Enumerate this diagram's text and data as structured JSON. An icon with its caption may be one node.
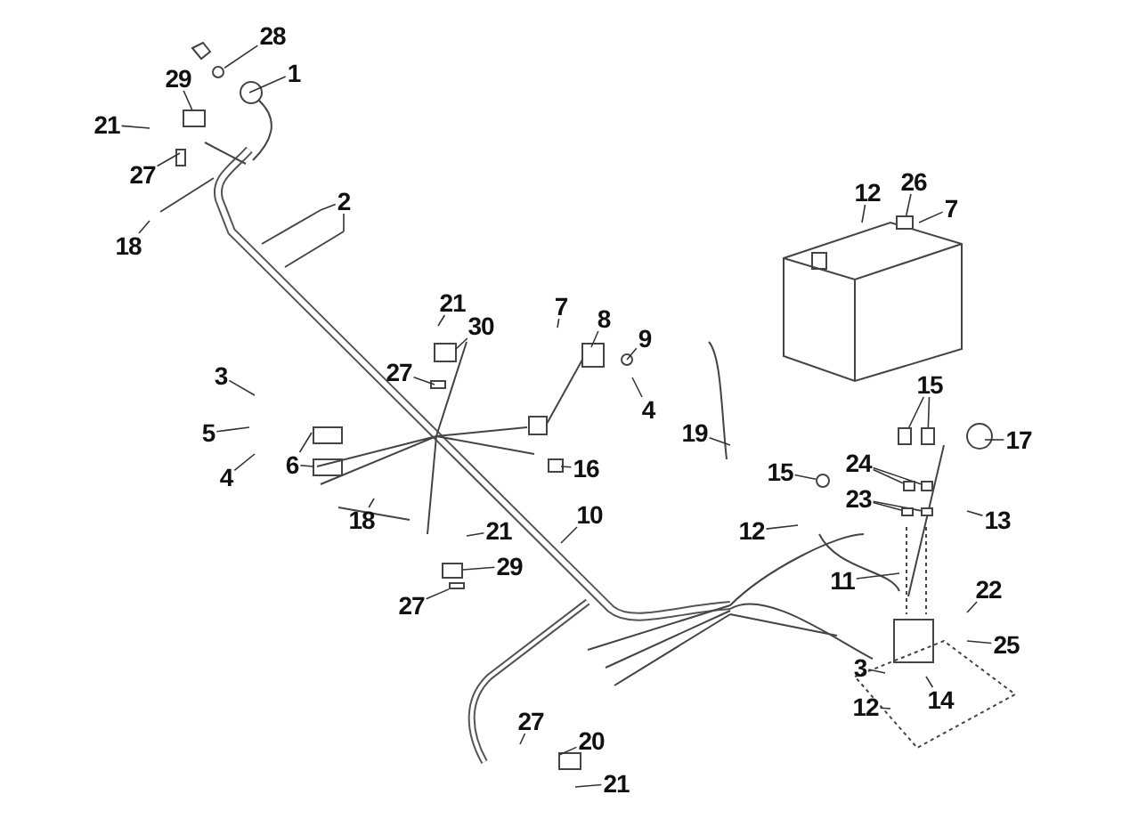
{
  "diagram": {
    "nodes": [
      {
        "text": [
          "28"
        ]
      },
      {
        "text": [
          "1"
        ]
      },
      {
        "text": [
          "29"
        ]
      },
      {
        "text": [
          "21"
        ]
      },
      {
        "text": [
          "27"
        ]
      },
      {
        "text": [
          "12"
        ]
      },
      {
        "text": [
          "26"
        ]
      },
      {
        "text": [
          "7"
        ]
      },
      {
        "text": [
          "2"
        ]
      },
      {
        "text": [
          "18"
        ]
      },
      {
        "text": [
          "21"
        ]
      },
      {
        "text": [
          "7"
        ]
      },
      {
        "text": [
          "8"
        ]
      },
      {
        "text": [
          "30"
        ]
      },
      {
        "text": [
          "9"
        ]
      },
      {
        "text": [
          "27"
        ]
      },
      {
        "text": [
          "3"
        ]
      },
      {
        "text": [
          "15"
        ]
      },
      {
        "text": [
          "4"
        ]
      },
      {
        "text": [
          "5"
        ]
      },
      {
        "text": [
          "19"
        ]
      },
      {
        "text": [
          "17"
        ]
      },
      {
        "text": [
          "24"
        ]
      },
      {
        "text": [
          "6"
        ]
      },
      {
        "text": [
          "16"
        ]
      },
      {
        "text": [
          "15"
        ]
      },
      {
        "text": [
          "4"
        ]
      },
      {
        "text": [
          "23"
        ]
      },
      {
        "text": [
          "10"
        ]
      },
      {
        "text": [
          "13"
        ]
      },
      {
        "text": [
          "18"
        ]
      },
      {
        "text": [
          "21"
        ]
      },
      {
        "text": [
          "12"
        ]
      },
      {
        "text": [
          "29"
        ]
      },
      {
        "text": [
          "11"
        ]
      },
      {
        "text": [
          "22"
        ]
      },
      {
        "text": [
          "27"
        ]
      },
      {
        "text": [
          "25"
        ]
      },
      {
        "text": [
          "3"
        ]
      },
      {
        "text": [
          "14"
        ]
      },
      {
        "text": [
          "12"
        ]
      },
      {
        "text": [
          "27"
        ]
      },
      {
        "text": [
          "20"
        ]
      },
      {
        "text": [
          "21"
        ]
      },
      {
        "text": [],
        "shape": "circle"
      },
      {
        "text": [],
        "shape": "box"
      },
      {
        "text": [],
        "shape": "box"
      },
      {
        "text": [],
        "shape": "box"
      },
      {
        "text": [],
        "shape": "circle"
      },
      {
        "text": [],
        "shape": "box"
      },
      {
        "text": [],
        "shape": "box"
      },
      {
        "text": [],
        "shape": "box"
      },
      {
        "text": [],
        "shape": "box"
      },
      {
        "text": [],
        "shape": "box"
      },
      {
        "text": [],
        "shape": "box"
      }
    ],
    "edges": [
      {
        "from": 0,
        "to": 44,
        "arrow": "none"
      },
      {
        "from": 1,
        "to": null,
        "arrow": "none"
      },
      {
        "from": 2,
        "to": null,
        "arrow": "none"
      },
      {
        "from": 3,
        "to": null,
        "arrow": "none"
      },
      {
        "from": 4,
        "to": null,
        "arrow": "none"
      },
      {
        "from": 5,
        "to": null,
        "arrow": "none"
      },
      {
        "from": 6,
        "to": 45,
        "arrow": "none"
      },
      {
        "from": 7,
        "to": null,
        "arrow": "none"
      },
      {
        "from": 8,
        "to": null,
        "arrow": "none"
      },
      {
        "from": 8,
        "to": null,
        "arrow": "none"
      },
      {
        "from": 9,
        "to": null,
        "arrow": "none"
      },
      {
        "from": 10,
        "to": null,
        "arrow": "none"
      },
      {
        "from": 11,
        "to": null,
        "arrow": "none"
      },
      {
        "from": 12,
        "to": null,
        "arrow": "none"
      },
      {
        "from": 13,
        "to": null,
        "arrow": "none"
      },
      {
        "from": 14,
        "to": null,
        "arrow": "none"
      },
      {
        "from": 15,
        "to": null,
        "arrow": "none"
      },
      {
        "from": 16,
        "to": null,
        "arrow": "none"
      },
      {
        "from": 17,
        "to": 46,
        "arrow": "none"
      },
      {
        "from": 17,
        "to": 50,
        "arrow": "none"
      },
      {
        "from": 18,
        "to": null,
        "arrow": "none"
      },
      {
        "from": 19,
        "to": null,
        "arrow": "none"
      },
      {
        "from": 20,
        "to": null,
        "arrow": "none"
      },
      {
        "from": 21,
        "to": null,
        "arrow": "none"
      },
      {
        "from": 22,
        "to": 47,
        "arrow": "none"
      },
      {
        "from": 22,
        "to": 51,
        "arrow": "none"
      },
      {
        "from": 23,
        "to": null,
        "arrow": "none"
      },
      {
        "from": 23,
        "to": null,
        "arrow": "none"
      },
      {
        "from": 24,
        "to": null,
        "arrow": "none"
      },
      {
        "from": 25,
        "to": 48,
        "arrow": "none"
      },
      {
        "from": 26,
        "to": null,
        "arrow": "none"
      },
      {
        "from": 27,
        "to": 53,
        "arrow": "none"
      },
      {
        "from": 27,
        "to": 54,
        "arrow": "none"
      },
      {
        "from": 28,
        "to": null,
        "arrow": "none"
      },
      {
        "from": 29,
        "to": null,
        "arrow": "none"
      },
      {
        "from": 30,
        "to": null,
        "arrow": "none"
      },
      {
        "from": 31,
        "to": null,
        "arrow": "none"
      },
      {
        "from": 32,
        "to": null,
        "arrow": "none"
      },
      {
        "from": 33,
        "to": 49,
        "arrow": "none"
      },
      {
        "from": 34,
        "to": null,
        "arrow": "none"
      },
      {
        "from": 35,
        "to": null,
        "arrow": "none"
      },
      {
        "from": 36,
        "to": 52,
        "arrow": "none"
      },
      {
        "from": 37,
        "to": null,
        "arrow": "none"
      },
      {
        "from": 38,
        "to": null,
        "arrow": "none"
      },
      {
        "from": 39,
        "to": null,
        "arrow": "none"
      },
      {
        "from": 40,
        "to": null,
        "arrow": "none"
      },
      {
        "from": 41,
        "to": null,
        "arrow": "none"
      },
      {
        "from": 42,
        "to": null,
        "arrow": "none"
      },
      {
        "from": 43,
        "to": null,
        "arrow": "none"
      }
    ]
  }
}
